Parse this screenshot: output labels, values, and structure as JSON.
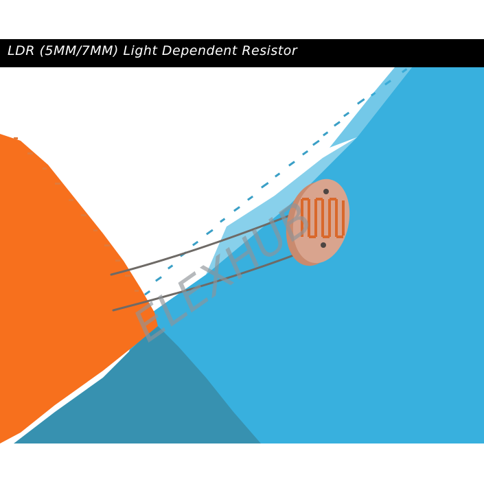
{
  "banner": {
    "title": "LDR (5MM/7MM) Light Dependent Resistor",
    "background": "#000000",
    "text_color": "#ffffff"
  },
  "product_image": {
    "subject": "Light Dependent Resistor (photoresistor) with two wire leads",
    "watermark": "ELEXHUB",
    "colors": {
      "orange": "#F7701D",
      "sky_blue": "#38B0DE",
      "teal": "#3791B0",
      "white": "#FFFFFF",
      "ldr_body": "#D9A48E",
      "ldr_track": "#D9682B",
      "lead_wire": "#6E6A66",
      "watermark": "#8F9398"
    }
  }
}
